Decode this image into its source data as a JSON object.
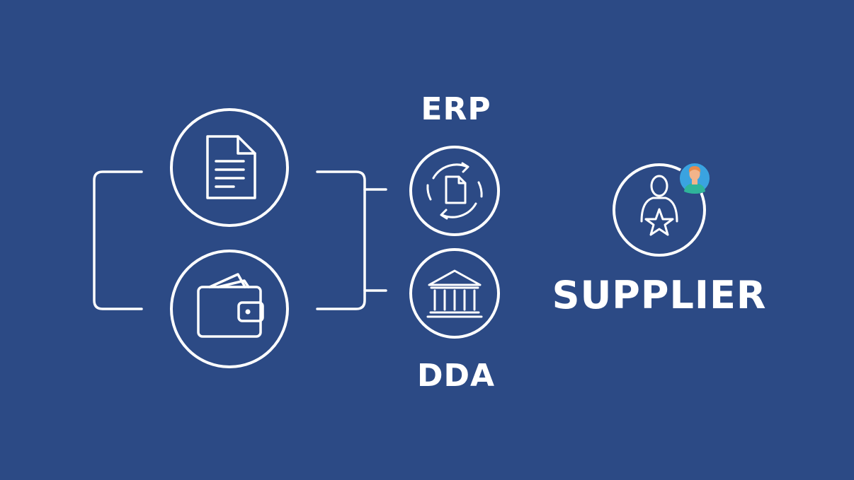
{
  "colors": {
    "background": "#2c4a85",
    "line": "#ffffff",
    "avatar_badge": "#3aa3e0"
  },
  "nodes": [
    {
      "id": "document",
      "icon": "document-icon"
    },
    {
      "id": "wallet",
      "icon": "wallet-icon"
    },
    {
      "id": "erp",
      "icon": "document-sync-icon"
    },
    {
      "id": "dda",
      "icon": "bank-icon"
    },
    {
      "id": "supplier",
      "icon": "supplier-star-icon",
      "badge_icon": "user-avatar-icon"
    }
  ],
  "labels": {
    "erp": "ERP",
    "dda": "DDA",
    "supplier": "SUPPLIER"
  }
}
